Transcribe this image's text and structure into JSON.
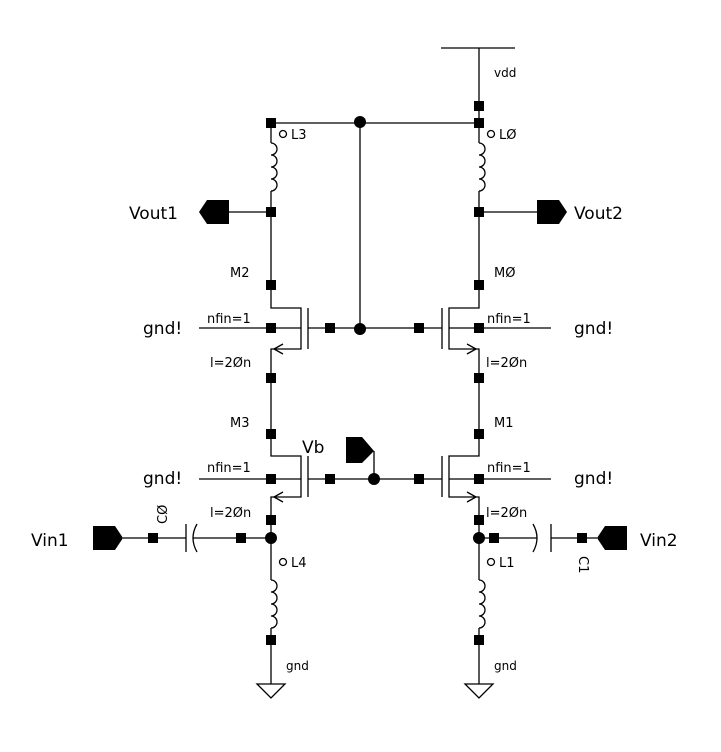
{
  "labels": {
    "vdd": "vdd",
    "L0": "LØ",
    "L1": "L1",
    "L3": "L3",
    "L4": "L4",
    "Vout1": "Vout1",
    "Vout2": "Vout2",
    "M0": "MØ",
    "M1": "M1",
    "M2": "M2",
    "M3": "M3",
    "Vb": "Vb",
    "Vin1": "Vin1",
    "Vin2": "Vin2",
    "C0": "CØ",
    "C1": "C1",
    "gnd_bang": "gnd!",
    "gnd": "gnd",
    "nfin": "nfin=1",
    "length": "l=2Øn"
  }
}
